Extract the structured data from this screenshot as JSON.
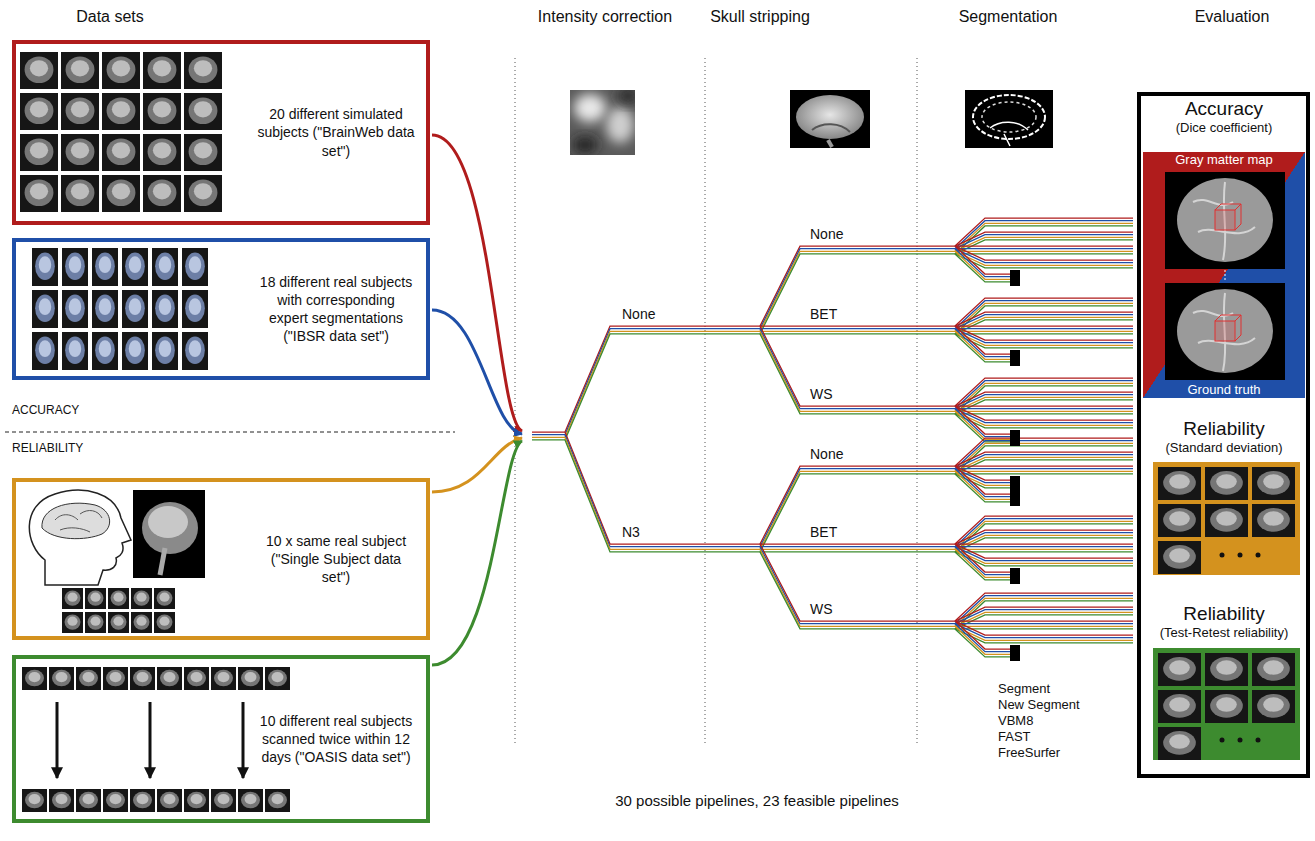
{
  "diagram": {
    "nodes": [
      {
        "text": [
          "20 different simulated subjects (\"BrainWeb data set\")"
        ]
      },
      {
        "text": [
          "18 different real subjects with corresponding expert segmentations (\"IBSR data set\")"
        ]
      },
      {
        "text": [
          "10 x same real subject (\"Single Subject data set\")"
        ]
      },
      {
        "text": [
          "10 different real subjects scanned twice within 12 days (\"OASIS data set\")"
        ]
      },
      {
        "text": [
          "Accuracy",
          "(Dice coefficient)"
        ]
      },
      {
        "text": [
          "Gray matter map",
          "Ground truth"
        ],
        "in": 4
      },
      {
        "text": [
          "Reliability",
          "(Standard deviation)"
        ]
      },
      {
        "text": [
          "Reliability",
          "(Test-Retest reliability)"
        ]
      }
    ],
    "labels": [
      "Data sets",
      "Intensity correction",
      "Skull stripping",
      "Segmentation",
      "Evaluation",
      "ACCURACY",
      "RELIABILITY",
      "None",
      "N3",
      "None",
      "BET",
      "WS",
      "None",
      "BET",
      "WS",
      "Segment",
      "New Segment",
      "VBM8",
      "FAST",
      "FreeSurfer",
      "30 possible pipelines, 23 feasible pipelines"
    ]
  }
}
